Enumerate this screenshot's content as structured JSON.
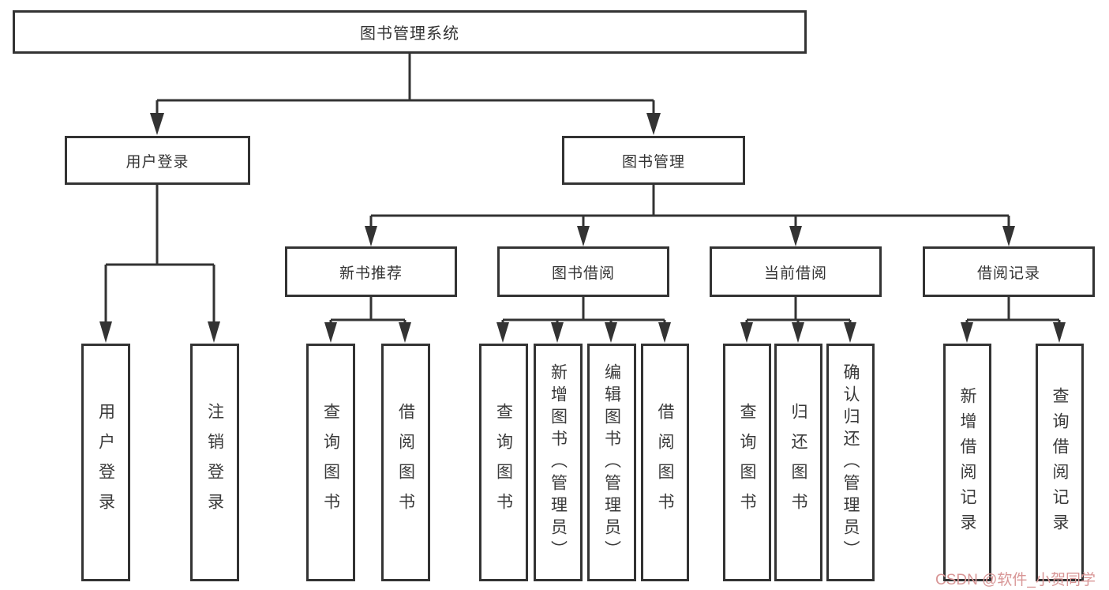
{
  "diagram_title": "图书管理系统",
  "tree": {
    "label": "图书管理系统",
    "children": [
      {
        "label": "用户登录",
        "children": [
          {
            "label": "用户登录"
          },
          {
            "label": "注销登录"
          }
        ]
      },
      {
        "label": "图书管理",
        "children": [
          {
            "label": "新书推荐",
            "children": [
              {
                "label": "查询图书"
              },
              {
                "label": "借阅图书"
              }
            ]
          },
          {
            "label": "图书借阅",
            "children": [
              {
                "label": "查询图书"
              },
              {
                "label": "新增图书（管理员）"
              },
              {
                "label": "编辑图书（管理员）"
              },
              {
                "label": "借阅图书"
              }
            ]
          },
          {
            "label": "当前借阅",
            "children": [
              {
                "label": "查询图书"
              },
              {
                "label": "归还图书"
              },
              {
                "label": "确认归还（管理员）"
              }
            ]
          },
          {
            "label": "借阅记录",
            "children": [
              {
                "label": "新增借阅记录"
              },
              {
                "label": "查询借阅记录"
              }
            ]
          }
        ]
      }
    ]
  },
  "watermark": {
    "text": "CSDN @软件_小贺同学"
  },
  "colors": {
    "line": "#333333",
    "box_border": "#333333",
    "text": "#333333",
    "watermark": "#d89696",
    "background": "#ffffff"
  }
}
